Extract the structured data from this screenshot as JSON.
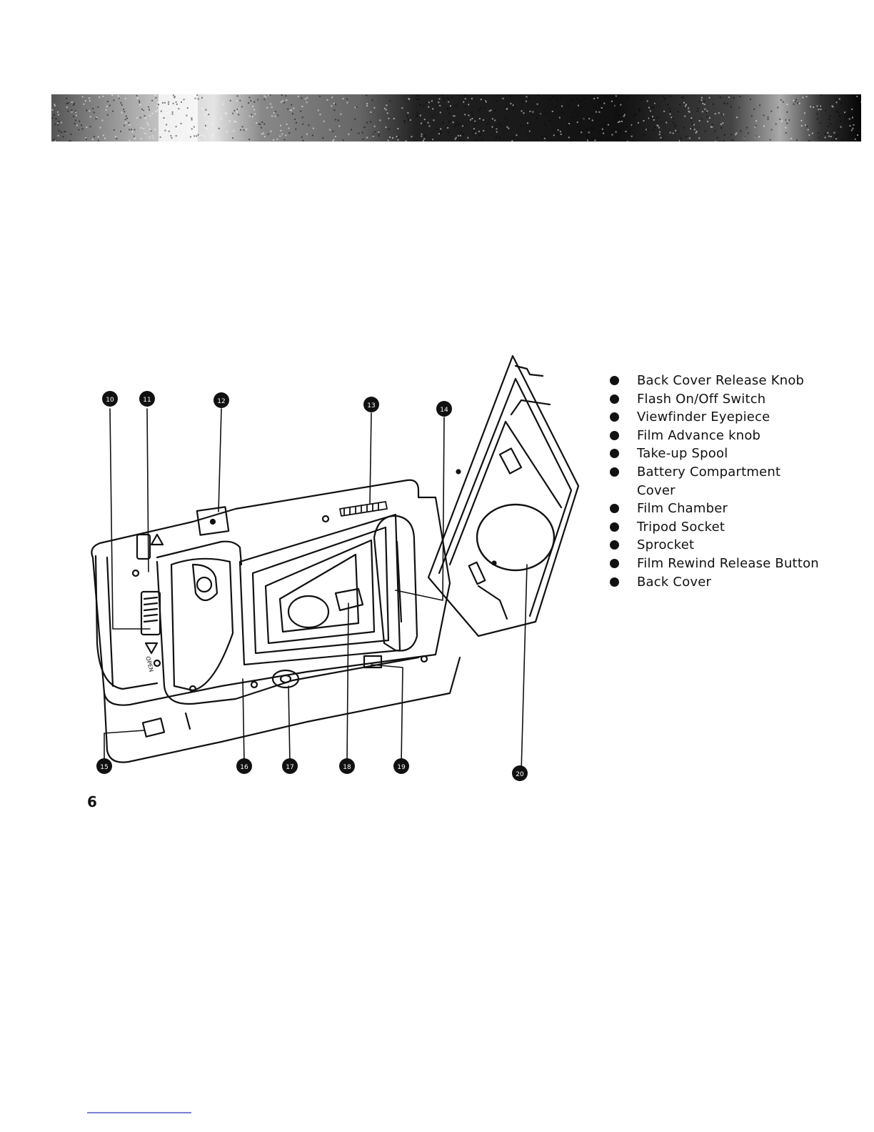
{
  "legend": {
    "items": [
      {
        "label": "Back Cover Release Knob"
      },
      {
        "label": "Flash On/Off Switch"
      },
      {
        "label": "Viewfinder Eyepiece"
      },
      {
        "label": "Film Advance knob"
      },
      {
        "label": "Take-up Spool"
      },
      {
        "label": "Battery Compartment",
        "label_cont": "Cover"
      },
      {
        "label": "Film Chamber"
      },
      {
        "label": "Tripod Socket"
      },
      {
        "label": "Sprocket"
      },
      {
        "label": "Film Rewind Release Button"
      },
      {
        "label": "Back Cover"
      }
    ]
  },
  "diagram": {
    "markers": [
      "10",
      "11",
      "12",
      "13",
      "14",
      "15",
      "16",
      "17",
      "18",
      "19",
      "20"
    ],
    "dial_text": "OPEN"
  },
  "page": {
    "number": "6"
  },
  "colors": {
    "ink": "#111111",
    "footer_rule": "#7a7fd8"
  }
}
